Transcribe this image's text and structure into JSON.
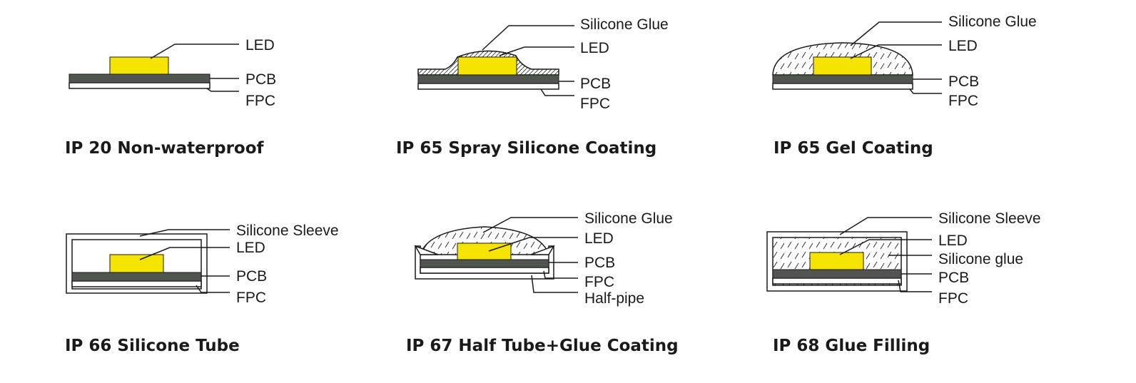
{
  "colors": {
    "led": "#f5e400",
    "pcb": "#505550",
    "stroke": "#1a1a1a"
  },
  "panels": [
    {
      "title": "IP 20 Non-waterproof",
      "labels": {
        "led": "LED",
        "pcb": "PCB",
        "fpc": "FPC"
      }
    },
    {
      "title": "IP 65 Spray Silicone Coating",
      "labels": {
        "glue": "Silicone Glue",
        "led": "LED",
        "pcb": "PCB",
        "fpc": "FPC"
      }
    },
    {
      "title": "IP 65 Gel Coating",
      "labels": {
        "glue": "Silicone Glue",
        "led": "LED",
        "pcb": "PCB",
        "fpc": "FPC"
      }
    },
    {
      "title": "IP 66 Silicone Tube",
      "labels": {
        "sleeve": "Silicone Sleeve",
        "led": "LED",
        "pcb": "PCB",
        "fpc": "FPC"
      }
    },
    {
      "title": "IP 67 Half Tube+Glue Coating",
      "labels": {
        "glue": "Silicone Glue",
        "led": "LED",
        "pcb": "PCB",
        "fpc": "FPC",
        "halfpipe": "Half-pipe"
      }
    },
    {
      "title": "IP 68 Glue Filling",
      "labels": {
        "sleeve": "Silicone Sleeve",
        "led": "LED",
        "siliconeglue": "Silicone glue",
        "pcb": "PCB",
        "fpc": "FPC"
      }
    }
  ]
}
